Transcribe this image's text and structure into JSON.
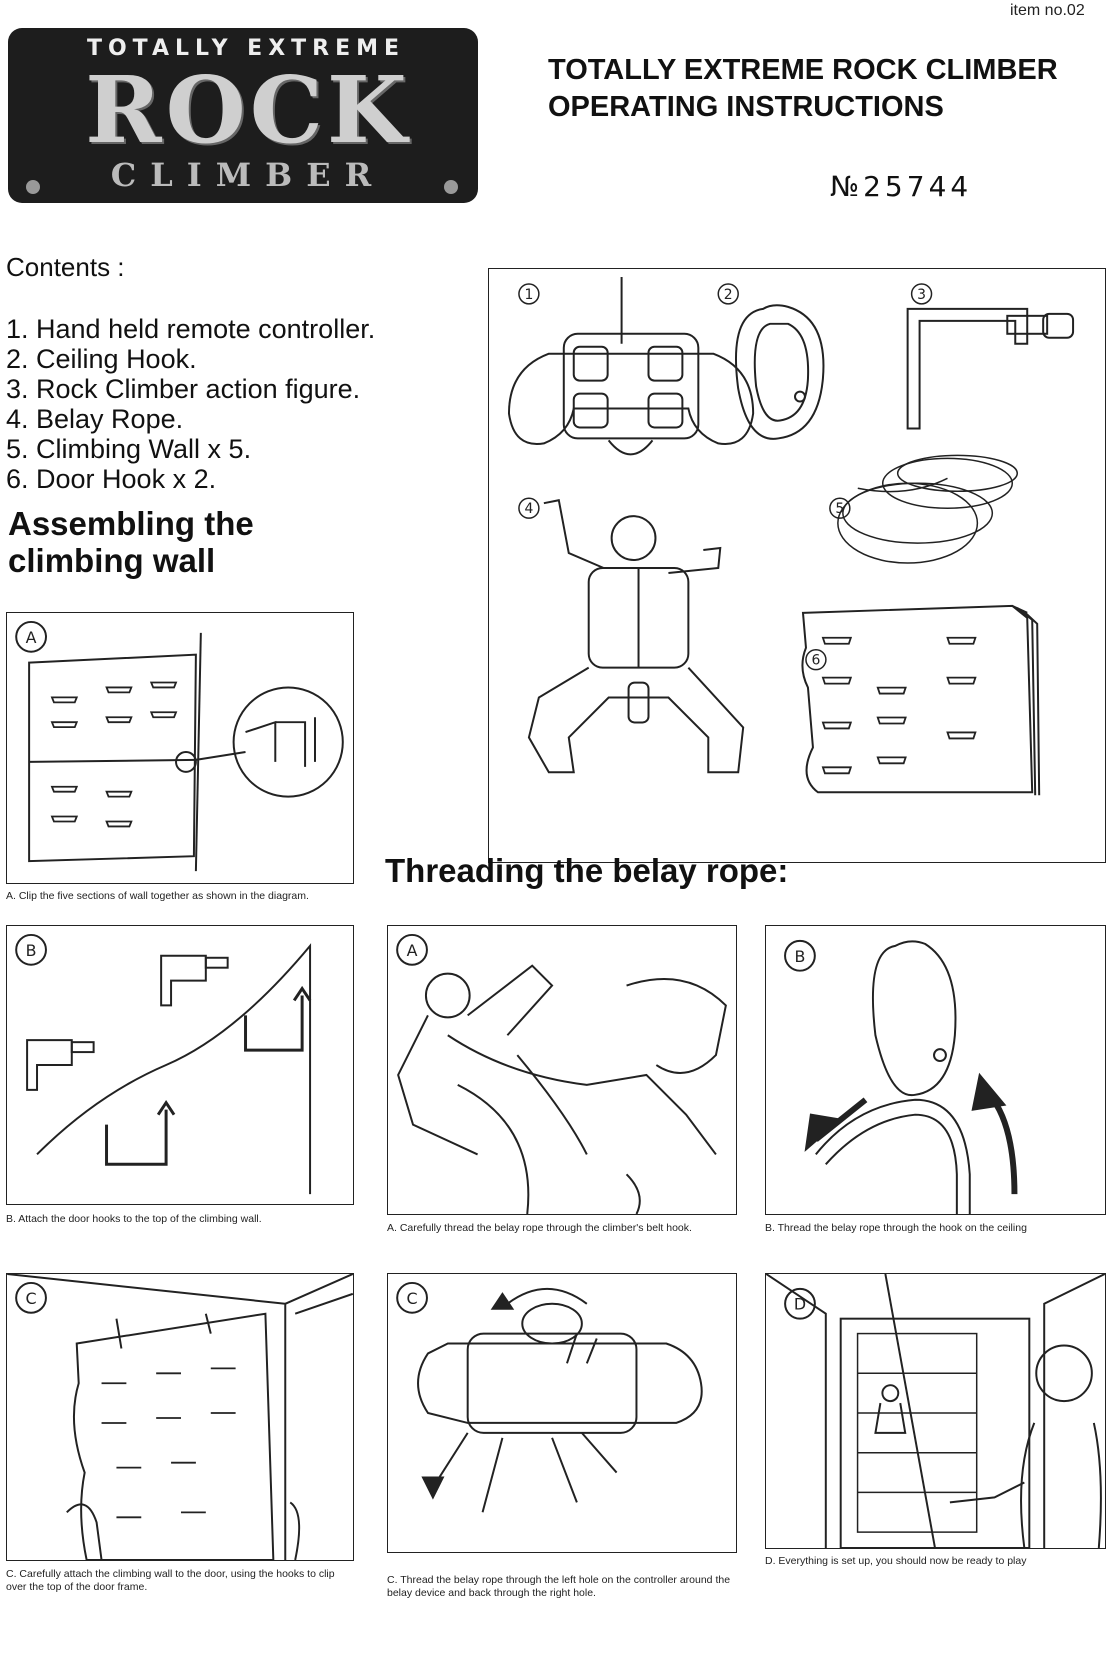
{
  "header": {
    "item_no": "item no.02",
    "logo": {
      "top": "TOTALLY EXTREME",
      "main": "ROCK",
      "sub": "CLIMBER"
    },
    "title_line1": "TOTALLY EXTREME ROCK CLIMBER",
    "title_line2": "OPERATING INSTRUCTIONS",
    "number": "№25744"
  },
  "contents": {
    "heading": "Contents :",
    "items": [
      "1. Hand held remote controller.",
      "2. Ceiling Hook.",
      "3. Rock Climber action figure.",
      "4. Belay Rope.",
      "5. Climbing Wall x 5.",
      "6. Door Hook x 2."
    ]
  },
  "parts_diagram": {
    "labels": [
      "1",
      "2",
      "3",
      "4",
      "5",
      "6"
    ]
  },
  "assembling": {
    "heading_line1": "Assembling the",
    "heading_line2": "climbing wall",
    "steps": [
      {
        "badge": "A",
        "caption": "A. Clip the five sections of wall together as shown in the diagram."
      },
      {
        "badge": "B",
        "caption": "B. Attach the door hooks to the top of the climbing wall."
      },
      {
        "badge": "C",
        "caption": "C. Carefully attach the climbing wall to the door, using the hooks to clip over the top of the door frame."
      }
    ]
  },
  "threading": {
    "heading": "Threading the belay rope:",
    "steps": [
      {
        "badge": "A",
        "caption": "A. Carefully thread the belay rope through the climber's belt hook."
      },
      {
        "badge": "B",
        "caption": "B. Thread the belay rope through the hook on the ceiling"
      },
      {
        "badge": "C",
        "caption": "C. Thread the belay rope through the left hole on the controller around the belay device and back through the right hole."
      },
      {
        "badge": "D",
        "caption": "D. Everything is set up, you should now be ready to play"
      }
    ]
  }
}
